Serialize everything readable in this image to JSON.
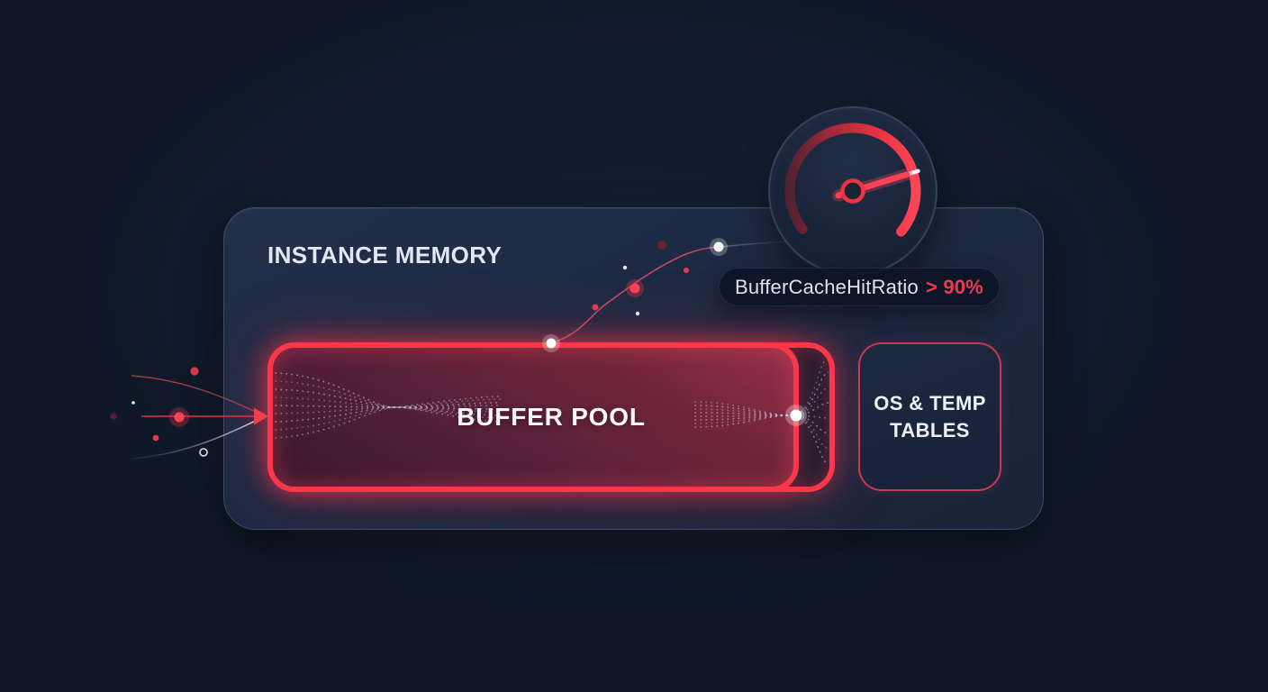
{
  "panel": {
    "title": "INSTANCE MEMORY"
  },
  "buffer_pool": {
    "label": "BUFFER POOL"
  },
  "os_temp_tables": {
    "line1": "OS & TEMP",
    "line2": "TABLES"
  },
  "metric_badge": {
    "name": "BufferCacheHitRatio",
    "threshold": "> 90%"
  },
  "colors": {
    "background": "#0e1827",
    "panel": "#1e2a42",
    "accent_red": "#fb3749",
    "metric_red": "#ee3a50",
    "text_light": "#e3e9f1"
  }
}
